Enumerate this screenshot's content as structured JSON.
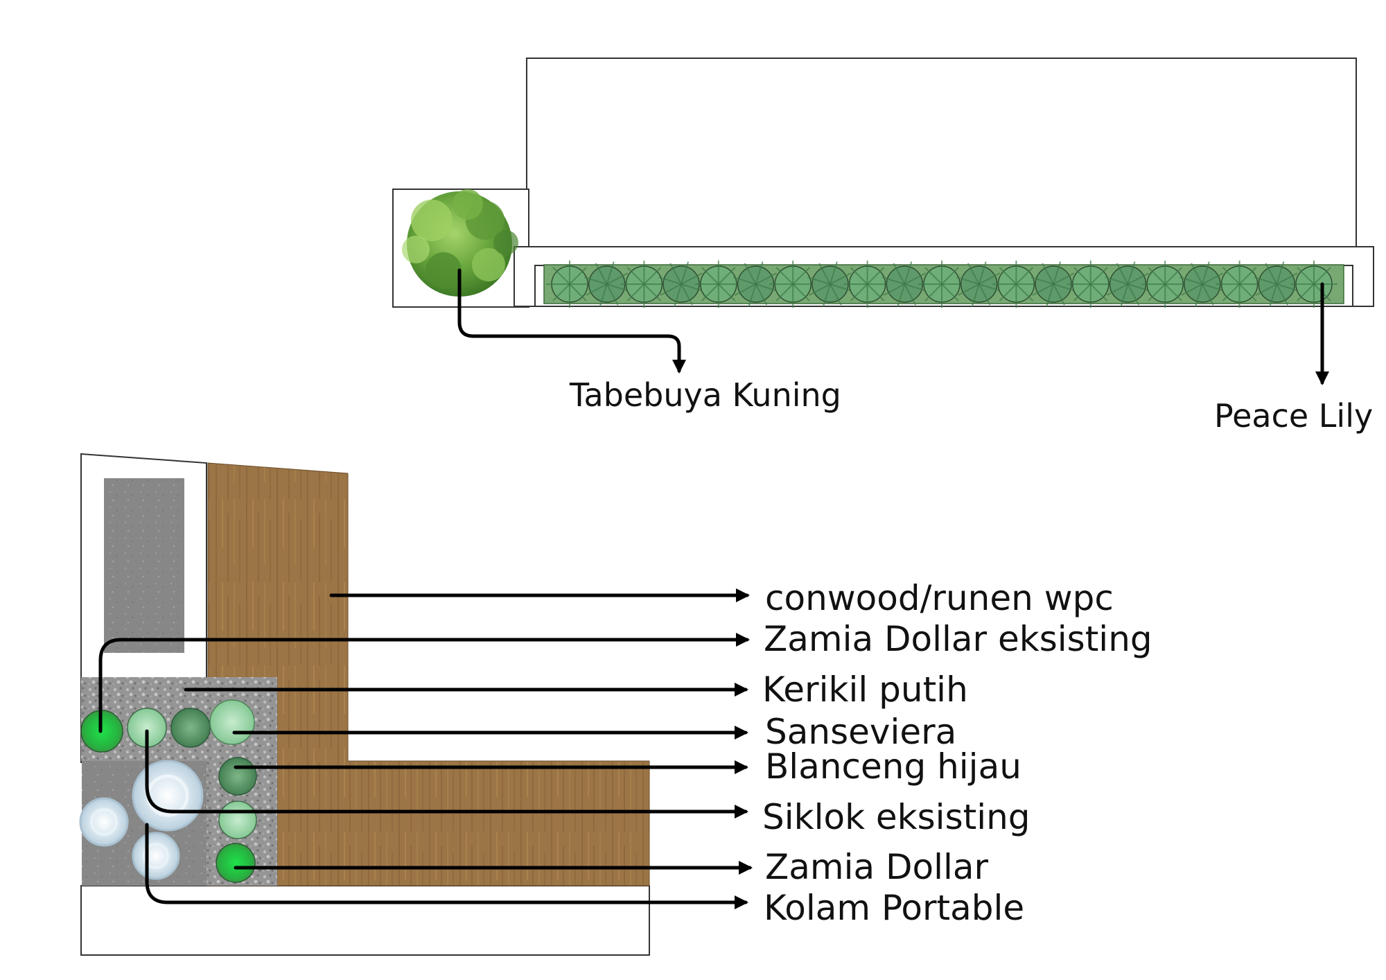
{
  "top_plan": {
    "labels": {
      "tree": "Tabebuya Kuning",
      "planter": "Peace Lily"
    }
  },
  "bottom_plan": {
    "labels": {
      "deck": "conwood/runen wpc",
      "zamia_existing": "Zamia Dollar eksisting",
      "gravel": "Kerikil putih",
      "sansevieria": "Sanseviera",
      "blanceng": "Blanceng hijau",
      "siklok": "Siklok eksisting",
      "zamia": "Zamia Dollar",
      "pond": "Kolam Portable"
    }
  },
  "colors": {
    "wood": "#9c7546",
    "wood_grain": "#7a5632",
    "concrete": "#8a8a8a",
    "gravel": "#9a9a9a",
    "foliage": "#5b9c4b",
    "bright_green": "#2fd24a",
    "pond_blue": "#cfe0ea",
    "leader": "#000000"
  }
}
